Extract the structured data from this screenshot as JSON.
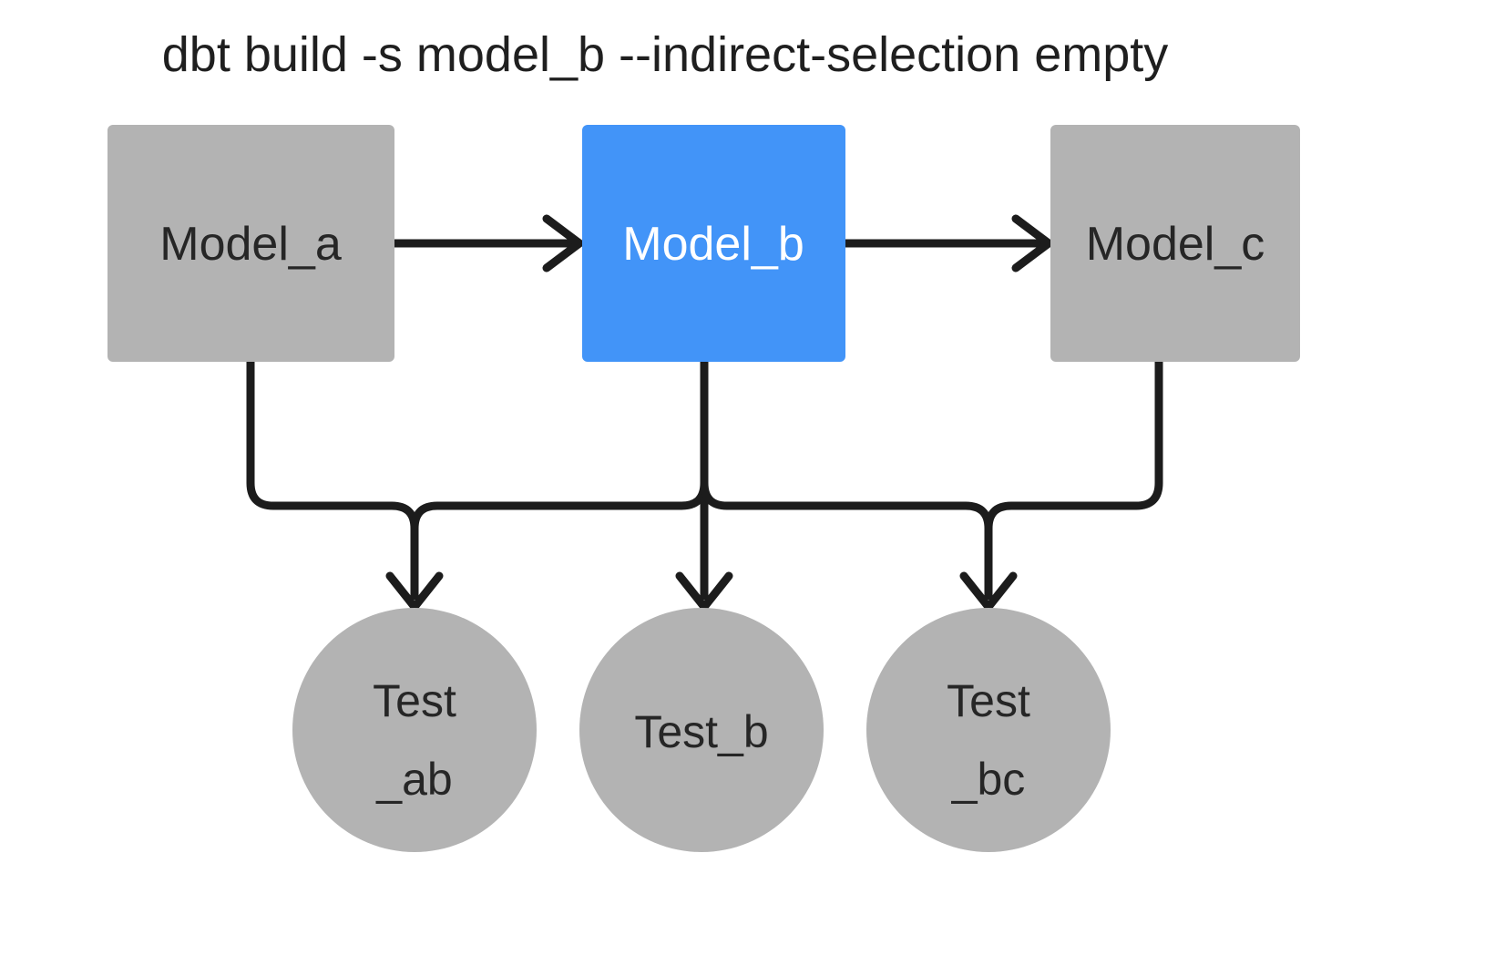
{
  "diagram": {
    "title": "dbt build -s model_b --indirect-selection empty",
    "background_color": "#ffffff",
    "colors": {
      "selected_node": "#4294f8",
      "unselected_node": "#b3b3b3",
      "edge": "#1c1c1c",
      "dark_text": "#262626",
      "light_text": "#ffffff"
    },
    "model_nodes": [
      {
        "id": "model_a",
        "label": "Model_a",
        "shape": "rectangle",
        "selected": false,
        "fill": "#b3b3b3",
        "text_color": "#262626"
      },
      {
        "id": "model_b",
        "label": "Model_b",
        "shape": "rectangle",
        "selected": true,
        "fill": "#4294f8",
        "text_color": "#ffffff"
      },
      {
        "id": "model_c",
        "label": "Model_c",
        "shape": "rectangle",
        "selected": false,
        "fill": "#b3b3b3",
        "text_color": "#262626"
      }
    ],
    "test_nodes": [
      {
        "id": "test_ab",
        "label": "Test_ab",
        "line1": "Test",
        "line2": "_ab",
        "shape": "circle",
        "selected": false,
        "fill": "#b3b3b3",
        "text_color": "#262626"
      },
      {
        "id": "test_b",
        "label": "Test_b",
        "line1": "Test_b",
        "line2": "",
        "shape": "circle",
        "selected": false,
        "fill": "#b3b3b3",
        "text_color": "#262626"
      },
      {
        "id": "test_bc",
        "label": "Test_bc",
        "line1": "Test",
        "line2": "_bc",
        "shape": "circle",
        "selected": false,
        "fill": "#b3b3b3",
        "text_color": "#262626"
      }
    ],
    "edges": [
      {
        "from": "model_a",
        "to": "model_b",
        "style": "straight-horizontal"
      },
      {
        "from": "model_b",
        "to": "model_c",
        "style": "straight-horizontal"
      },
      {
        "from": "model_a",
        "to": "test_ab",
        "style": "orthogonal-elbow"
      },
      {
        "from": "model_b",
        "to": "test_ab",
        "style": "orthogonal-elbow"
      },
      {
        "from": "model_b",
        "to": "test_b",
        "style": "straight-vertical"
      },
      {
        "from": "model_b",
        "to": "test_bc",
        "style": "orthogonal-elbow"
      },
      {
        "from": "model_c",
        "to": "test_bc",
        "style": "orthogonal-elbow"
      }
    ]
  }
}
